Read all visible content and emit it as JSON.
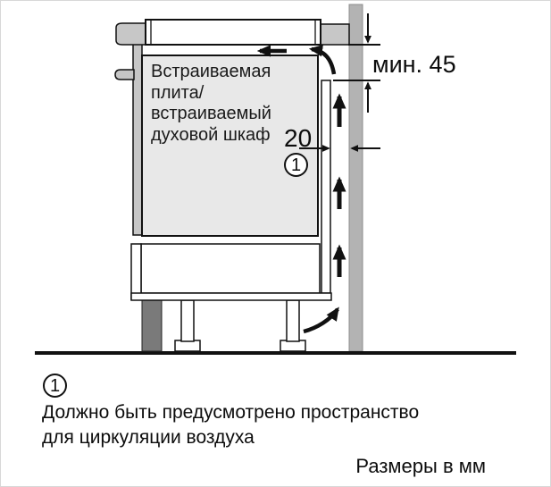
{
  "colors": {
    "line": "#111111",
    "wall-gray": "#b3b3b3",
    "wall-edge": "#8e8e8e",
    "worktop-gray": "#c7c7c7",
    "oven-gray": "#e8e8e8",
    "plinth-gray": "#7a7a7a",
    "handle-gray": "#c6c6c6"
  },
  "diagram": {
    "appliance_label": "Встраиваемая\nплита/\nвстраиваемый\nдуховой шкаф",
    "rear_gap_mm": "20",
    "top_clearance": "мин. 45",
    "callout_number": "1"
  },
  "legend": {
    "callout_number": "1",
    "air_note": "Должно быть предусмотрено пространство\nдля циркуляции воздуха",
    "units_note": "Размеры в мм"
  }
}
